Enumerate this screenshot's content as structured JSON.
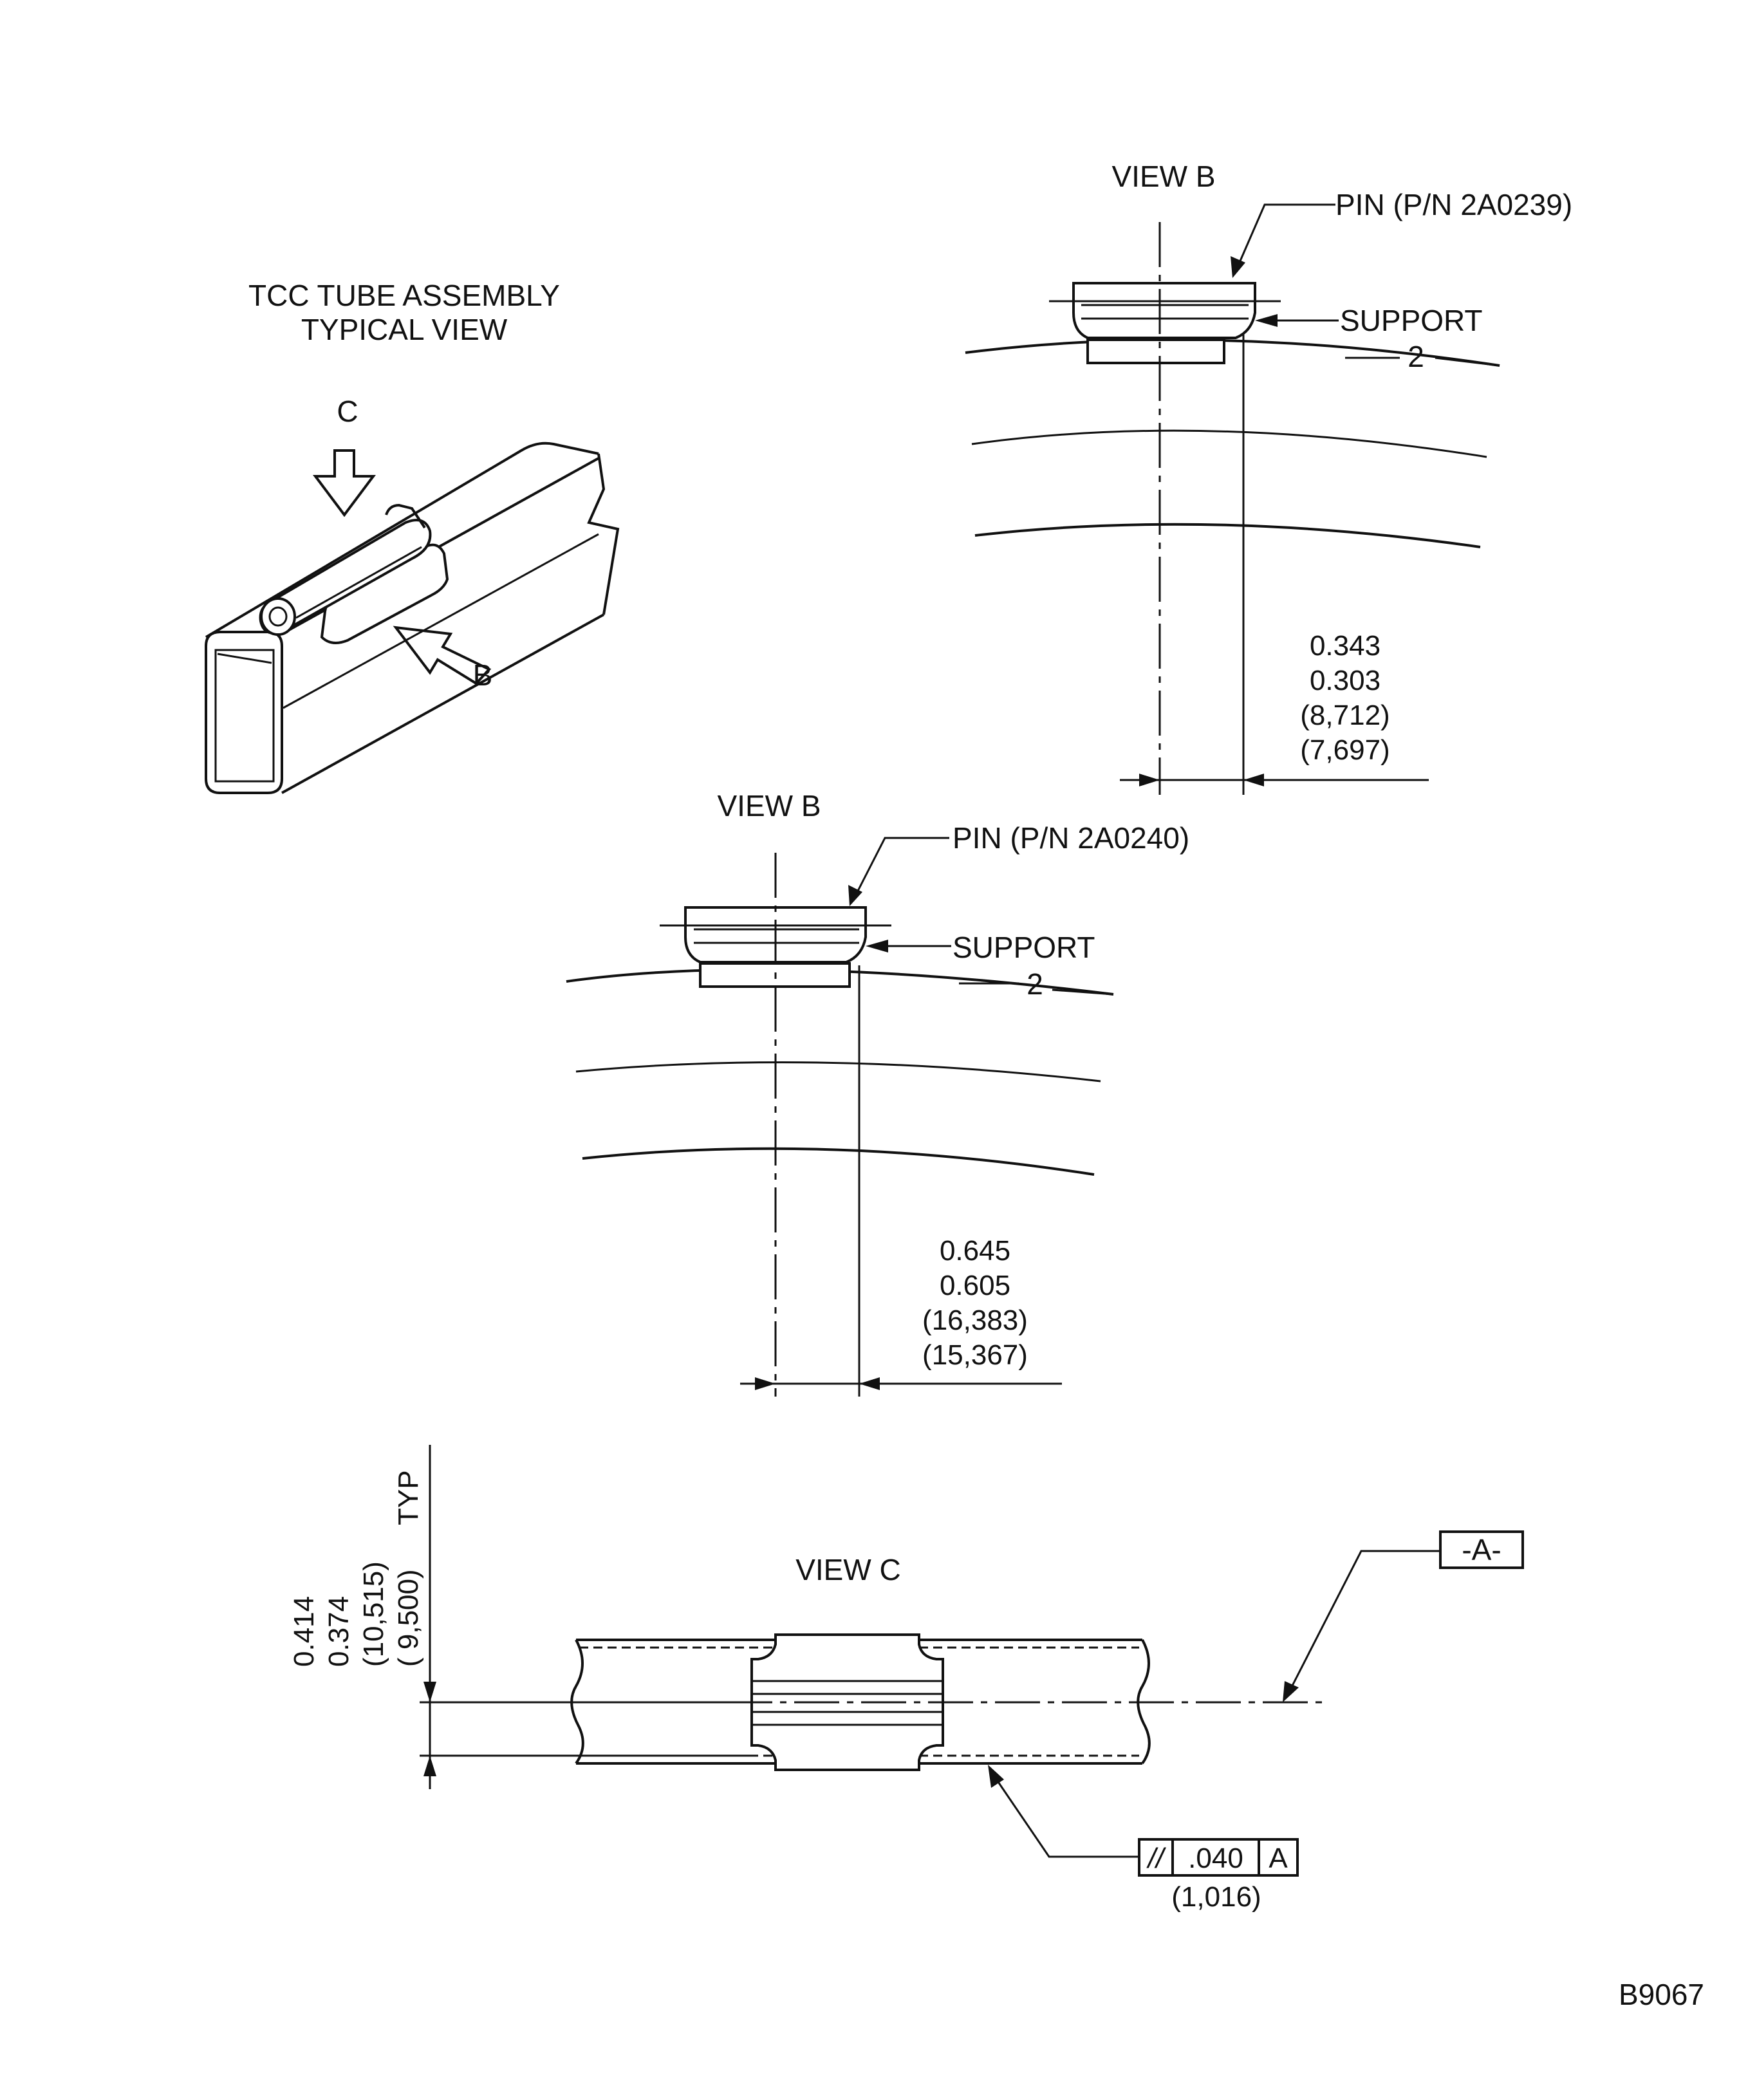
{
  "iso_view": {
    "title_line1": "TCC TUBE ASSEMBLY",
    "title_line2": "TYPICAL VIEW",
    "arrow_c": "C",
    "arrow_b": "B"
  },
  "view_b_upper": {
    "title": "VIEW B",
    "pin_label": "PIN (P/N 2A0239)",
    "support_label": "SUPPORT",
    "support_number": "2",
    "dimension": [
      "0.343",
      "0.303",
      "(8,712)",
      "(7,697)"
    ]
  },
  "view_b_lower": {
    "title": "VIEW B",
    "pin_label": "PIN (P/N 2A0240)",
    "support_label": "SUPPORT",
    "support_number": "2",
    "dimension": [
      "0.645",
      "0.605",
      "(16,383)",
      "(15,367)"
    ]
  },
  "view_c": {
    "title": "VIEW C",
    "height_dimension": [
      "0.414",
      "0.374",
      "(10,515)",
      "( 9,500)",
      "TYP"
    ],
    "datum": "-A-",
    "tolerance": {
      "symbol": "//",
      "value": ".040",
      "datum_ref": "A",
      "metric": "(1,016)"
    }
  },
  "drawing_number": "B9067"
}
